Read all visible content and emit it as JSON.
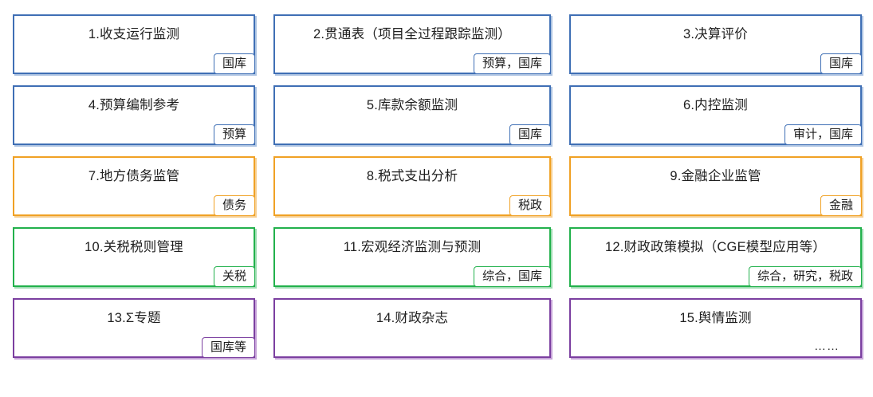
{
  "board": {
    "columns": 3,
    "rows": 5,
    "palette": {
      "blue": "#3f6fb5",
      "blue_shadow": "#aec4e2",
      "orange": "#f0a124",
      "orange_shadow": "#f6cf92",
      "green": "#22b14c",
      "green_shadow": "#9fdcb2",
      "purple": "#7b3fa0",
      "purple_shadow": "#c6a4d8",
      "card_background": "#ffffff",
      "text": "#202020"
    }
  },
  "cards": [
    {
      "index": "1",
      "title": "1.收支运行监测",
      "tag": "国库",
      "theme": "blue",
      "has_tag": true,
      "dots": ""
    },
    {
      "index": "2",
      "title": "2.贯通表（项目全过程跟踪监测）",
      "tag": "预算，国库",
      "theme": "blue",
      "has_tag": true,
      "dots": ""
    },
    {
      "index": "3",
      "title": "3.决算评价",
      "tag": "国库",
      "theme": "blue",
      "has_tag": true,
      "dots": ""
    },
    {
      "index": "4",
      "title": "4.预算编制参考",
      "tag": "预算",
      "theme": "blue",
      "has_tag": true,
      "dots": ""
    },
    {
      "index": "5",
      "title": "5.库款余额监测",
      "tag": "国库",
      "theme": "blue",
      "has_tag": true,
      "dots": ""
    },
    {
      "index": "6",
      "title": "6.内控监测",
      "tag": "审计，国库",
      "theme": "blue",
      "has_tag": true,
      "dots": ""
    },
    {
      "index": "7",
      "title": "7.地方债务监管",
      "tag": "债务",
      "theme": "orange",
      "has_tag": true,
      "dots": ""
    },
    {
      "index": "8",
      "title": "8.税式支出分析",
      "tag": "税政",
      "theme": "orange",
      "has_tag": true,
      "dots": ""
    },
    {
      "index": "9",
      "title": "9.金融企业监管",
      "tag": "金融",
      "theme": "orange",
      "has_tag": true,
      "dots": ""
    },
    {
      "index": "10",
      "title": "10.关税税则管理",
      "tag": "关税",
      "theme": "green",
      "has_tag": true,
      "dots": ""
    },
    {
      "index": "11",
      "title": "11.宏观经济监测与预测",
      "tag": "综合，国库",
      "theme": "green",
      "has_tag": true,
      "dots": ""
    },
    {
      "index": "12",
      "title": "12.财政政策模拟（CGE模型应用等）",
      "tag": "综合，研究，税政",
      "theme": "green",
      "has_tag": true,
      "dots": ""
    },
    {
      "index": "13",
      "title": "13.Σ专题",
      "tag": "国库等",
      "theme": "purple",
      "has_tag": true,
      "dots": ""
    },
    {
      "index": "14",
      "title": "14.财政杂志",
      "tag": "",
      "theme": "purple",
      "has_tag": false,
      "dots": ""
    },
    {
      "index": "15",
      "title": "15.舆情监测",
      "tag": "",
      "theme": "purple",
      "has_tag": false,
      "dots": "……"
    }
  ]
}
